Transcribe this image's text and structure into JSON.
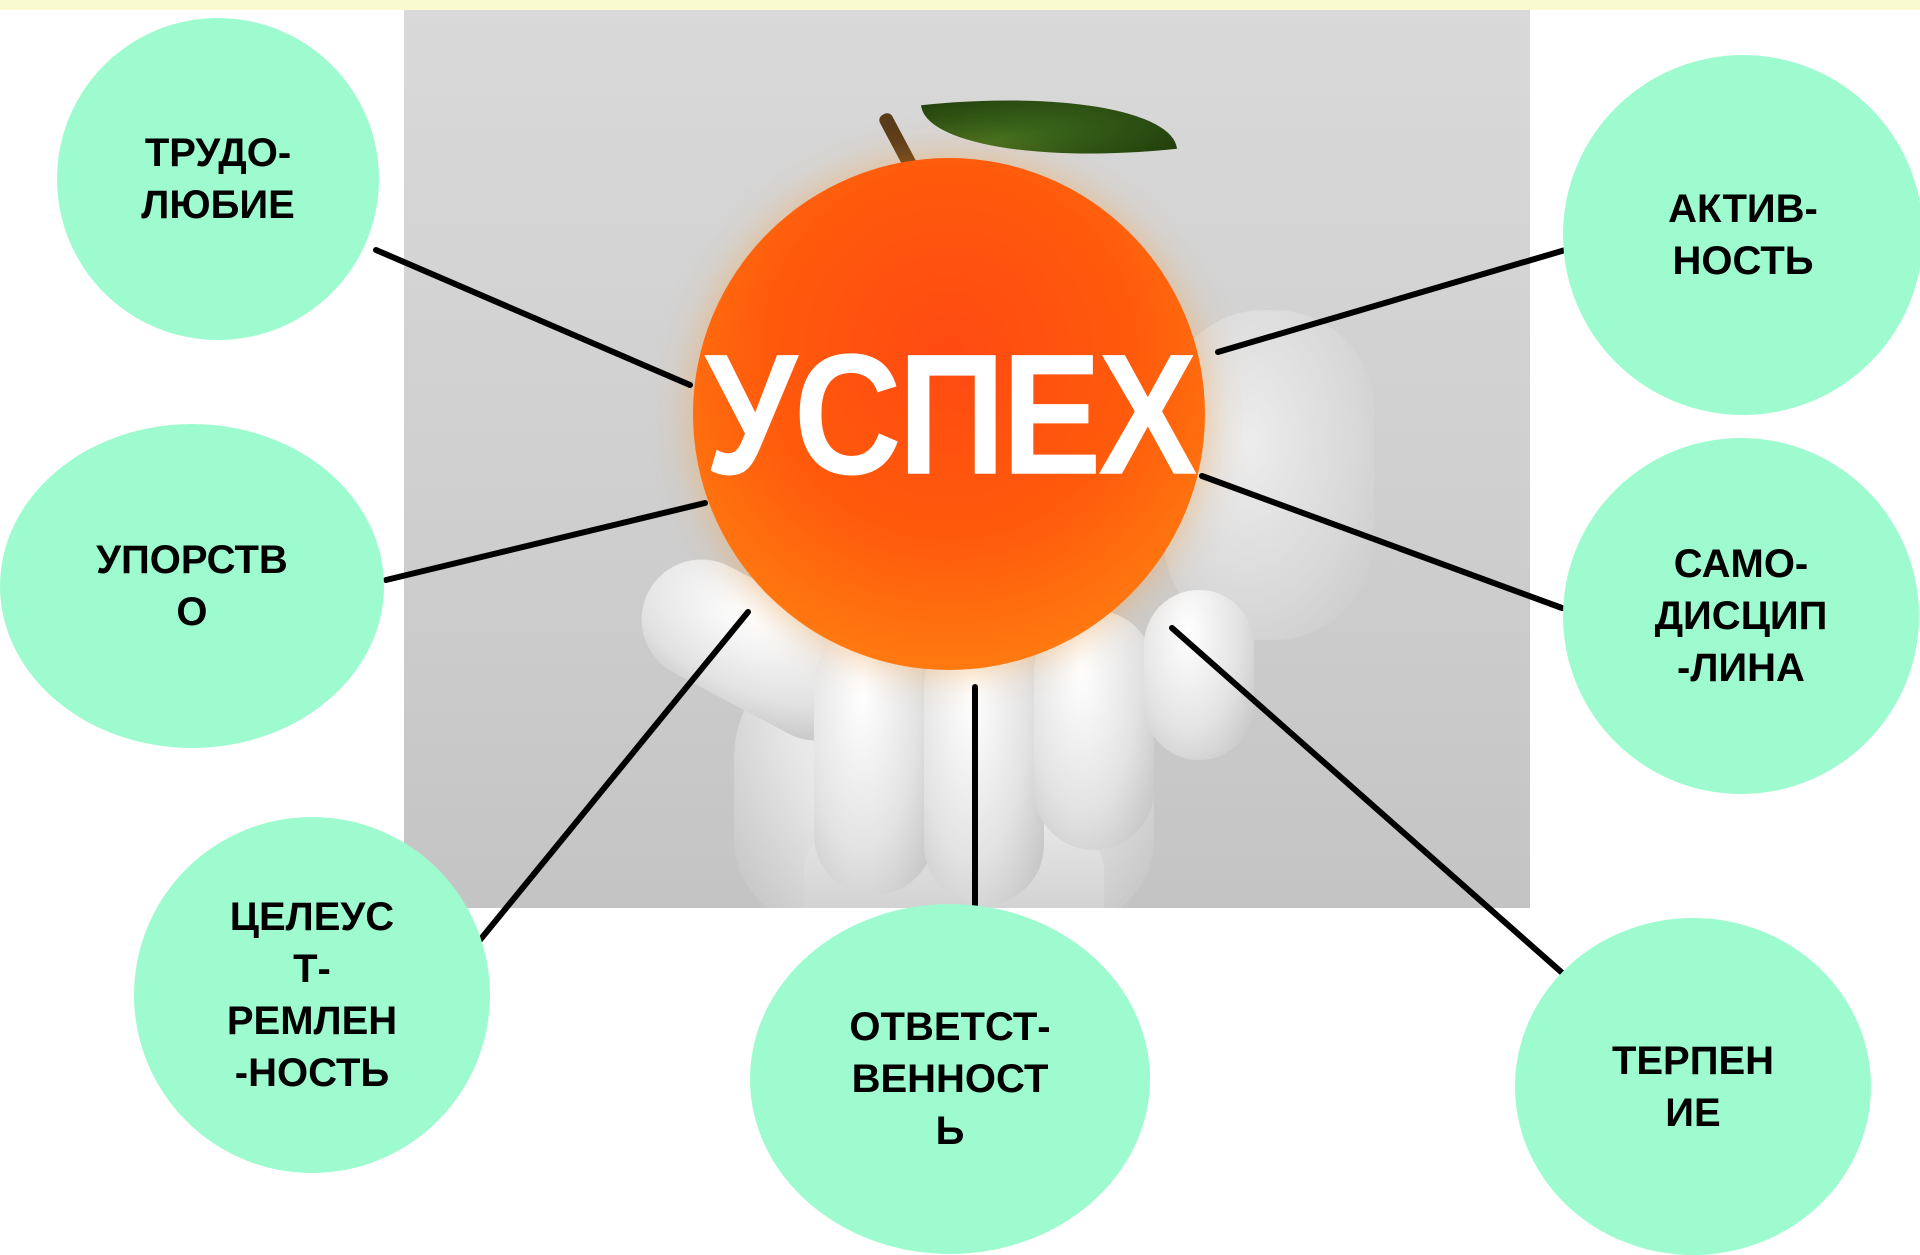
{
  "center_label": "УСПЕХ",
  "qualities": [
    "ТРУДО-\nЛЮБИЕ",
    "АКТИВ-\nНОСТЬ",
    "УПОРСТВ\nО",
    "САМО-\nДИСЦИП\n-ЛИНА",
    "ЦЕЛЕУС\nТ-\nРЕМЛЕН\n-НОСТЬ",
    "ОТВЕТСТ-\nВЕННОСТ\nЬ",
    "ТЕРПЕН\nИЕ"
  ],
  "colors": {
    "bubble_fill": "#9efbd0",
    "orange": "#ff5a0c",
    "connector": "#000000",
    "top_stripe": "#fafad0"
  }
}
